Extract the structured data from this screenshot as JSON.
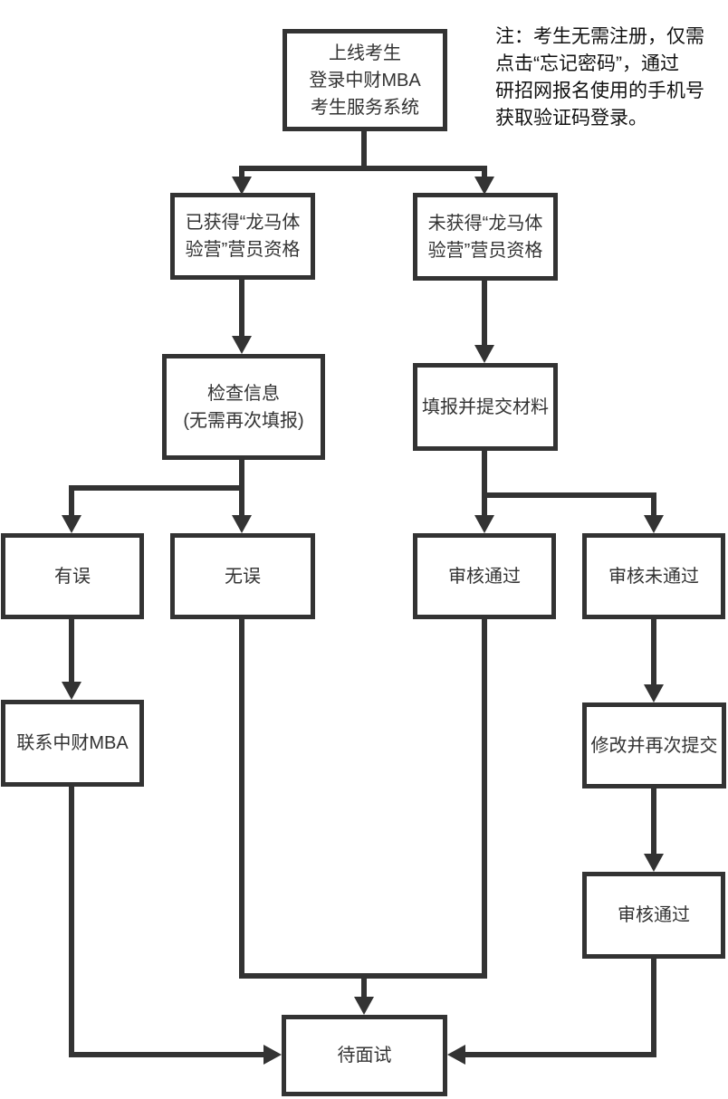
{
  "diagram": {
    "accent_color": "#333333",
    "nodes": {
      "start": {
        "label": "上线考生\n登录中财MBA\n考生服务系统"
      },
      "qualified": {
        "label": "已获得“龙马体\n验营”营员资格"
      },
      "not_qualified": {
        "label": "未获得“龙马体\n验营”营员资格"
      },
      "check_info": {
        "label": "检查信息\n(无需再次填报)"
      },
      "fill_submit": {
        "label": "填报并提交材料"
      },
      "has_error": {
        "label": "有误"
      },
      "no_error": {
        "label": "无误"
      },
      "review_passed": {
        "label": "审核通过"
      },
      "review_failed": {
        "label": "审核未通过"
      },
      "contact_mba": {
        "label": "联系中财MBA"
      },
      "revise_resubmit": {
        "label": "修改并再次提交"
      },
      "review_passed_2": {
        "label": "审核通过"
      },
      "await_interview": {
        "label": "待面试"
      }
    },
    "note": {
      "lines": [
        "注：考生无需注册，仅需",
        "点击“忘记密码”，通过",
        "研招网报名使用的手机号",
        "获取验证码登录。"
      ]
    }
  }
}
